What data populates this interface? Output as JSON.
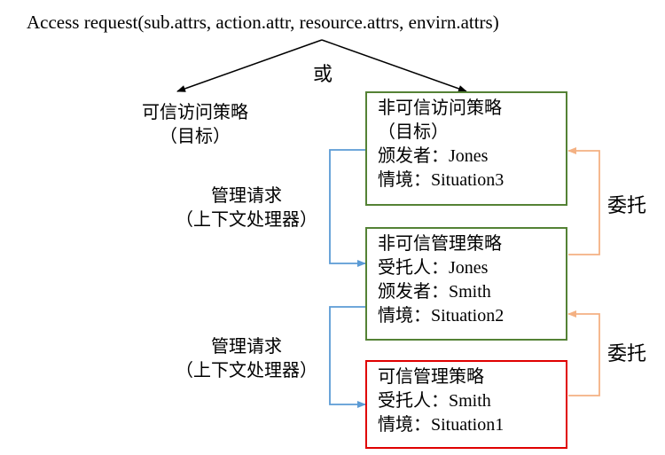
{
  "header": {
    "request": "Access request(sub.attrs, action.attr, resource.attrs, envirn.attrs)",
    "or": "或"
  },
  "left_target": {
    "line1": "可信访问策略",
    "line2": "（目标）"
  },
  "admin_request_1": {
    "line1": "管理请求",
    "line2": "（上下文处理器）"
  },
  "admin_request_2": {
    "line1": "管理请求",
    "line2": "（上下文处理器）"
  },
  "delegate_1": "委托",
  "delegate_2": "委托",
  "boxes": {
    "untrusted_access": {
      "lines": [
        "非可信访问策略",
        "（目标）",
        "颁发者：Jones",
        "情境：Situation3"
      ]
    },
    "untrusted_admin": {
      "lines": [
        "非可信管理策略",
        "受托人：Jones",
        "颁发者：Smith",
        "情境：Situation2"
      ]
    },
    "trusted_admin": {
      "lines": [
        "可信管理策略",
        "受托人：Smith",
        "情境：Situation1"
      ]
    }
  },
  "colors": {
    "untrusted_border": "#548235",
    "trusted_border": "#e00000",
    "admin_arrow": "#5b9bd5",
    "delegate_arrow": "#f4b183",
    "text": "#000000"
  }
}
